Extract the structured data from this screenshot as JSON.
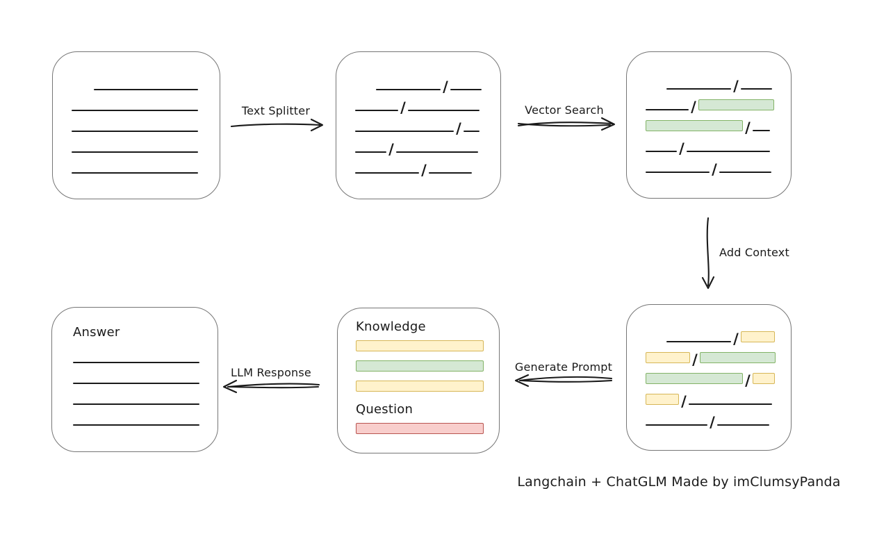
{
  "colors": {
    "ink": "#1a1a1a",
    "box_border": "#757575",
    "green_fill": "#d5e8d4",
    "green_border": "#82b366",
    "yellow_fill": "#fff2cc",
    "yellow_border": "#d6b656",
    "red_fill": "#f8cecc",
    "red_border": "#b85450"
  },
  "arrows": {
    "text_splitter": {
      "label": "Text Splitter",
      "direction": "right"
    },
    "vector_search": {
      "label": "Vector Search",
      "direction": "right"
    },
    "add_context": {
      "label": "Add Context",
      "direction": "down"
    },
    "generate_prompt": {
      "label": "Generate Prompt",
      "direction": "left"
    },
    "llm_response": {
      "label": "LLM Response",
      "direction": "left"
    }
  },
  "caption": "Langchain + ChatGLM Made by imClumsyPanda",
  "boxes": {
    "document": {
      "rows": [
        {
          "indent": 32,
          "segments": [
            {
              "kind": "line",
              "w": 150
            }
          ]
        },
        {
          "segments": [
            {
              "kind": "line",
              "w": 182
            }
          ]
        },
        {
          "segments": [
            {
              "kind": "line",
              "w": 182
            }
          ]
        },
        {
          "segments": [
            {
              "kind": "line",
              "w": 182
            }
          ]
        },
        {
          "segments": [
            {
              "kind": "line",
              "w": 182
            }
          ]
        }
      ]
    },
    "split_text": {
      "rows": [
        {
          "indent": 30,
          "segments": [
            {
              "kind": "line",
              "w": 93
            },
            {
              "kind": "slash"
            },
            {
              "kind": "line",
              "w": 45
            }
          ]
        },
        {
          "segments": [
            {
              "kind": "line",
              "w": 62
            },
            {
              "kind": "slash"
            },
            {
              "kind": "line",
              "w": 103
            }
          ]
        },
        {
          "segments": [
            {
              "kind": "line",
              "w": 142
            },
            {
              "kind": "slash"
            },
            {
              "kind": "line",
              "w": 23
            }
          ]
        },
        {
          "segments": [
            {
              "kind": "line",
              "w": 45
            },
            {
              "kind": "slash"
            },
            {
              "kind": "line",
              "w": 118
            }
          ]
        },
        {
          "segments": [
            {
              "kind": "line",
              "w": 92
            },
            {
              "kind": "slash"
            },
            {
              "kind": "line",
              "w": 62
            }
          ]
        }
      ]
    },
    "search_result": {
      "rows": [
        {
          "indent": 30,
          "segments": [
            {
              "kind": "line",
              "w": 93
            },
            {
              "kind": "slash"
            },
            {
              "kind": "line",
              "w": 45
            }
          ]
        },
        {
          "segments": [
            {
              "kind": "line",
              "w": 62
            },
            {
              "kind": "slash"
            },
            {
              "kind": "green",
              "w": 107
            }
          ]
        },
        {
          "segments": [
            {
              "kind": "green",
              "w": 138
            },
            {
              "kind": "slash"
            },
            {
              "kind": "line",
              "w": 25
            }
          ]
        },
        {
          "segments": [
            {
              "kind": "line",
              "w": 45
            },
            {
              "kind": "slash"
            },
            {
              "kind": "line",
              "w": 120
            }
          ]
        },
        {
          "segments": [
            {
              "kind": "line",
              "w": 92
            },
            {
              "kind": "slash"
            },
            {
              "kind": "line",
              "w": 75
            }
          ]
        }
      ]
    },
    "context": {
      "rows": [
        {
          "indent": 30,
          "segments": [
            {
              "kind": "line",
              "w": 93
            },
            {
              "kind": "slash"
            },
            {
              "kind": "yellow",
              "w": 47
            }
          ]
        },
        {
          "segments": [
            {
              "kind": "yellow",
              "w": 62
            },
            {
              "kind": "slash"
            },
            {
              "kind": "green",
              "w": 107
            }
          ]
        },
        {
          "segments": [
            {
              "kind": "green",
              "w": 138
            },
            {
              "kind": "slash"
            },
            {
              "kind": "yellow",
              "w": 30
            }
          ]
        },
        {
          "segments": [
            {
              "kind": "yellow",
              "w": 46
            },
            {
              "kind": "slash"
            },
            {
              "kind": "line",
              "w": 120
            }
          ]
        },
        {
          "segments": [
            {
              "kind": "line",
              "w": 89
            },
            {
              "kind": "slash"
            },
            {
              "kind": "line",
              "w": 75
            }
          ]
        }
      ]
    },
    "prompt": {
      "knowledge_label": "Knowledge",
      "question_label": "Question",
      "knowledge_bars": [
        "yellow",
        "green",
        "yellow"
      ],
      "question_bar": "red"
    },
    "answer": {
      "title": "Answer",
      "rows": [
        {
          "segments": [
            {
              "kind": "line",
              "w": 182
            }
          ]
        },
        {
          "segments": [
            {
              "kind": "line",
              "w": 182
            }
          ]
        },
        {
          "segments": [
            {
              "kind": "line",
              "w": 182
            }
          ]
        },
        {
          "segments": [
            {
              "kind": "line",
              "w": 182
            }
          ]
        }
      ]
    }
  }
}
